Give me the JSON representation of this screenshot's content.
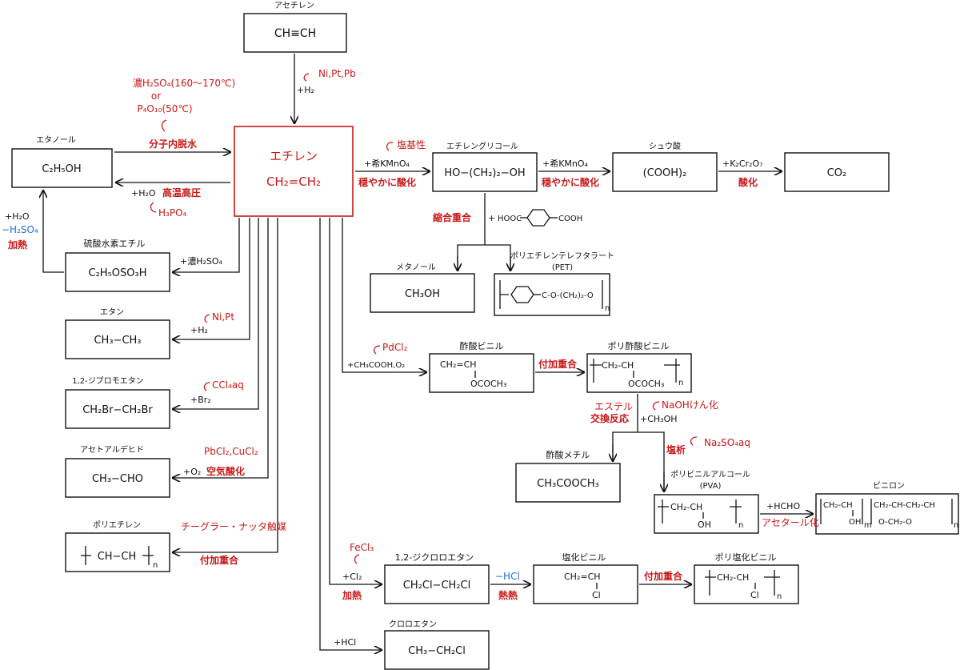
{
  "colors": {
    "ink": "#111111",
    "accent_red": "#c81818",
    "accent_blue": "#1e6fd6"
  },
  "nodes": {
    "acetylene": {
      "label": "アセチレン",
      "formula": "CH≡CH"
    },
    "ethylene": {
      "label": "エチレン",
      "formula": "CH₂=CH₂"
    },
    "ethanol": {
      "label": "エタノール",
      "formula": "C₂H₅OH"
    },
    "ethyl_hydrogen_sulfate": {
      "label": "硫酸水素エチル",
      "formula": "C₂H₅OSO₃H"
    },
    "ethane": {
      "label": "エタン",
      "formula": "CH₃−CH₃"
    },
    "dibromoethane": {
      "label": "1,2-ジブロモエタン",
      "formula": "CH₂Br−CH₂Br"
    },
    "acetaldehyde": {
      "label": "アセトアルデヒド",
      "formula": "CH₃−CHO"
    },
    "polyethylene": {
      "label": "ポリエチレン",
      "formula": "CH−CH",
      "sub": "n"
    },
    "ethylene_glycol": {
      "label": "エチレングリコール",
      "formula": "HO−(CH₂)₂−OH"
    },
    "oxalic_acid": {
      "label": "シュウ酸",
      "formula": "(COOH)₂"
    },
    "co2": {
      "formula": "CO₂"
    },
    "methanol": {
      "label": "メタノール",
      "formula": "CH₃OH"
    },
    "pet": {
      "label": "ポリエチレンテレフタラート",
      "label2": "(PET)",
      "formula": "C-O-(CH₂)₂-O",
      "sub": "n"
    },
    "vinyl_acetate": {
      "label": "酢酸ビニル",
      "line1": "CH₂=CH",
      "line2": "OCOCH₃"
    },
    "polyvinyl_acetate": {
      "label": "ポリ酢酸ビニル",
      "line1": "CH₂-CH",
      "line2": "OCOCH₃",
      "sub": "n"
    },
    "methyl_acetate": {
      "label": "酢酸メチル",
      "formula": "CH₃COOCH₃"
    },
    "pva": {
      "label": "ポリビニルアルコール",
      "label2": "(PVA)",
      "line1": "CH₂-CH",
      "line2": "OH",
      "sub": "n"
    },
    "vinylon": {
      "label": "ビニロン",
      "line1": "CH₂-CH",
      "line2": "OH",
      "sub_m": "m",
      "line1b": "CH₂-CH-CH₂-CH",
      "line2b": "O-CH₂-O",
      "sub": "n"
    },
    "dichloroethane": {
      "label": "1,2-ジクロロエタン",
      "formula": "CH₂Cl−CH₂Cl"
    },
    "vinyl_chloride": {
      "label": "塩化ビニル",
      "line1": "CH₂=CH",
      "line2": "Cl"
    },
    "pvc": {
      "label": "ポリ塩化ビニル",
      "line1": "CH₂-CH",
      "line2": "Cl",
      "sub": "n"
    },
    "chloroethane": {
      "label": "クロロエタン",
      "formula": "CH₃−CH₂Cl"
    }
  },
  "reactions": {
    "acetylene_to_ethylene": {
      "reagent": "+H₂",
      "catalyst": "Ni,Pt,Pb"
    },
    "ethanol_to_ethylene": {
      "line1": "濃H₂SO₄(160〜170℃)",
      "line2": "or",
      "line3": "P₄O₁₀(50℃)",
      "label": "分子内脱水"
    },
    "ethylene_to_ethanol": {
      "reagent": "+H₂O",
      "condition": "高温高圧",
      "catalyst": "H₃PO₄"
    },
    "sulfate_to_ethanol": {
      "reagent": "+H₂O",
      "removed": "−H₂SO₄",
      "condition": "加熱"
    },
    "to_sulfate": {
      "reagent": "+濃H₂SO₄"
    },
    "to_ethane": {
      "reagent": "+H₂",
      "catalyst": "Ni,Pt"
    },
    "to_dibromoethane": {
      "reagent": "+Br₂",
      "catalyst": "CCl₄aq"
    },
    "to_acetaldehyde": {
      "reagent": "+O₂",
      "catalyst": "PbCl₂,CuCl₂",
      "label": "空気酸化"
    },
    "to_polyethylene": {
      "catalyst": "チーグラー・ナッタ触媒",
      "label": "付加重合"
    },
    "to_glycol": {
      "reagent": "+希KMnO₄",
      "condition": "塩基性",
      "label": "穏やかに酸化"
    },
    "to_oxalic": {
      "reagent": "+希KMnO₄",
      "label": "穏やかに酸化"
    },
    "to_co2": {
      "reagent": "+K₂Cr₂O₇",
      "label": "酸化"
    },
    "to_pet": {
      "label": "縮合重合",
      "reagent": "+",
      "acid_left": "HOOC",
      "acid_right": "COOH"
    },
    "to_vinyl_acetate": {
      "reagent": "+CH₃COOH,O₂",
      "catalyst": "PdCl₂"
    },
    "to_pvac": {
      "label": "付加重合"
    },
    "pvac_split": {
      "label1": "エステル",
      "label2": "交換反応",
      "reagent": "+CH₃OH",
      "catalyst": "NaOHけん化"
    },
    "to_pva": {
      "label": "塩析",
      "catalyst": "Na₂SO₄aq"
    },
    "to_vinylon": {
      "reagent": "+HCHO",
      "label": "アセタール化"
    },
    "to_dichloroethane": {
      "catalyst": "FeCl₃",
      "reagent": "+Cl₂",
      "condition": "加熱"
    },
    "to_vinyl_chloride": {
      "removed": "−HCl",
      "condition": "熱熱"
    },
    "to_pvc": {
      "label": "付加重合"
    },
    "to_chloroethane": {
      "reagent": "+HCl"
    }
  }
}
